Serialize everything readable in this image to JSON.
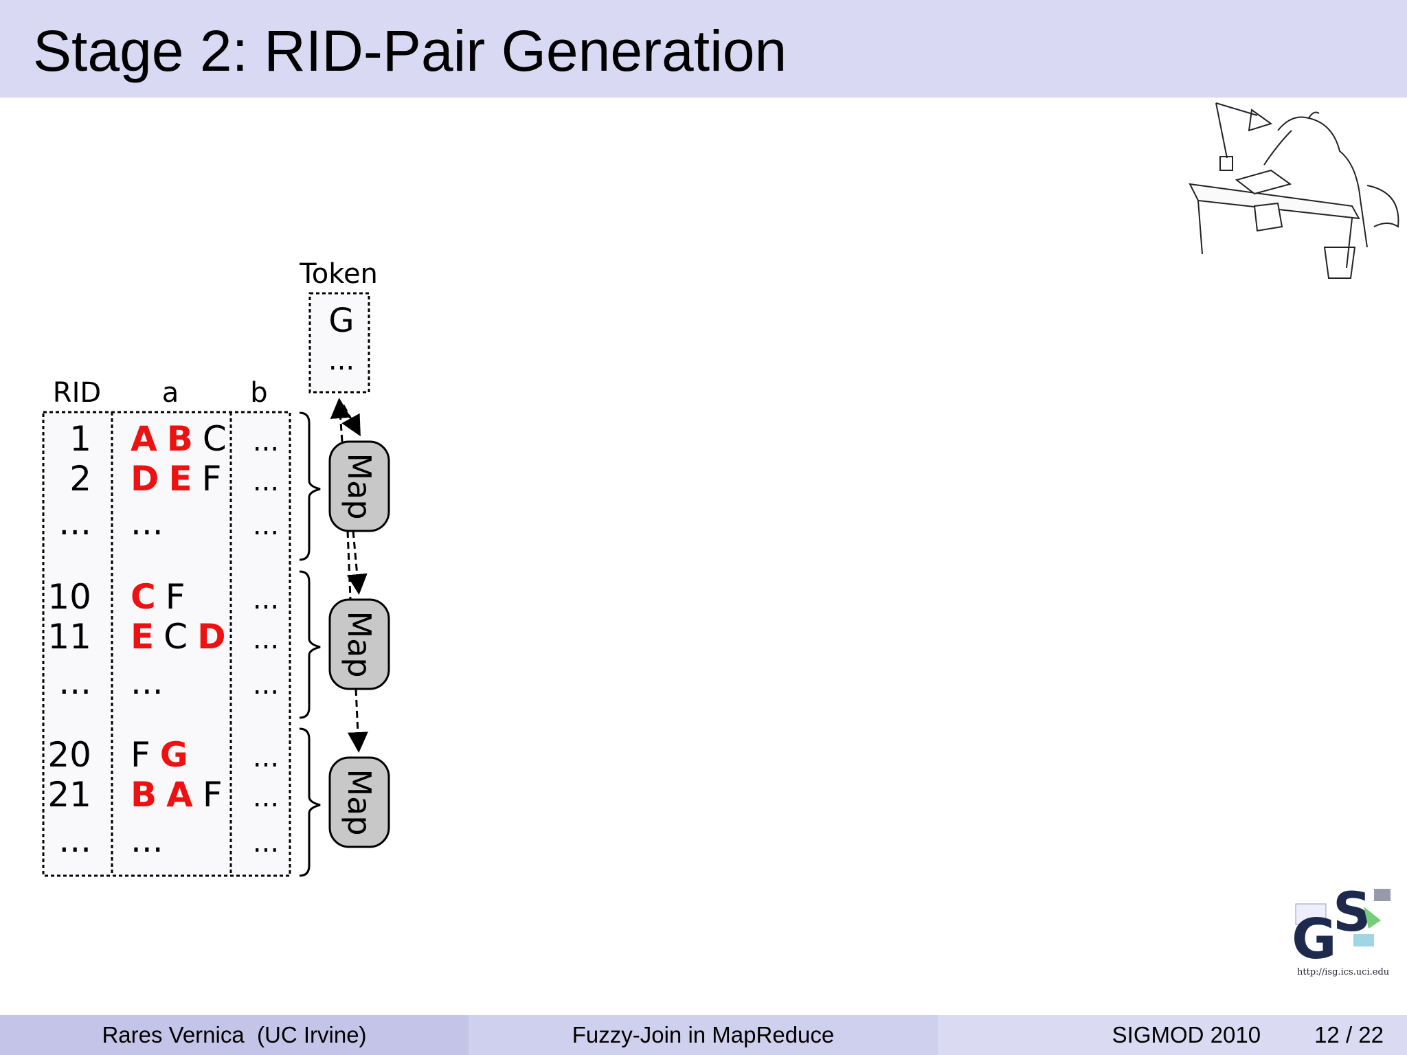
{
  "header": {
    "title": "Stage 2: RID-Pair Generation"
  },
  "diagram": {
    "token_label": "Token",
    "token_values": [
      "G",
      "..."
    ],
    "columns": [
      "RID",
      "a",
      "b"
    ],
    "map_label": "Map",
    "rows": [
      {
        "rid": "1",
        "tokens": [
          {
            "t": "A",
            "red": true
          },
          {
            "t": "B",
            "red": true
          },
          {
            "t": "C",
            "red": false
          }
        ],
        "b": "..."
      },
      {
        "rid": "2",
        "tokens": [
          {
            "t": "D",
            "red": true
          },
          {
            "t": "E",
            "red": true
          },
          {
            "t": "F",
            "red": false
          }
        ],
        "b": "..."
      },
      {
        "rid": "...",
        "tokens": [
          {
            "t": "...",
            "red": false
          }
        ],
        "b": "..."
      },
      {
        "rid": "10",
        "tokens": [
          {
            "t": "C",
            "red": true
          },
          {
            "t": "F",
            "red": false
          }
        ],
        "b": "..."
      },
      {
        "rid": "11",
        "tokens": [
          {
            "t": "E",
            "red": true
          },
          {
            "t": "C",
            "red": false
          },
          {
            "t": "D",
            "red": true
          }
        ],
        "b": "..."
      },
      {
        "rid": "...",
        "tokens": [
          {
            "t": "...",
            "red": false
          }
        ],
        "b": "..."
      },
      {
        "rid": "20",
        "tokens": [
          {
            "t": "F",
            "red": false
          },
          {
            "t": "G",
            "red": true
          }
        ],
        "b": "..."
      },
      {
        "rid": "21",
        "tokens": [
          {
            "t": "B",
            "red": true
          },
          {
            "t": "A",
            "red": true
          },
          {
            "t": "F",
            "red": false
          }
        ],
        "b": "..."
      },
      {
        "rid": "...",
        "tokens": [
          {
            "t": "...",
            "red": false
          }
        ],
        "b": "..."
      }
    ],
    "colors": {
      "highlight": "#ee1111",
      "map_fill": "#c8c8c8"
    }
  },
  "logo": {
    "url_text": "http://isg.ics.uci.edu"
  },
  "footer": {
    "author": "Rares Vernica  (UC Irvine)",
    "talk_title": "Fuzzy-Join in MapReduce",
    "venue": "SIGMOD 2010",
    "page": "12 / 22"
  }
}
